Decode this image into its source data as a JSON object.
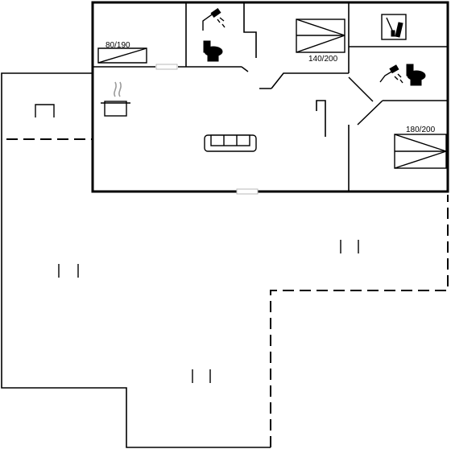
{
  "labels": {
    "bed_single": "80/190",
    "bed_double_top": "140/200",
    "bed_double_right": "180/200"
  },
  "icons": [
    "shower-icon",
    "toilet-icon",
    "stove-pot-icon",
    "sofa-icon",
    "washing-icon",
    "table-icon",
    "chair-icon"
  ]
}
